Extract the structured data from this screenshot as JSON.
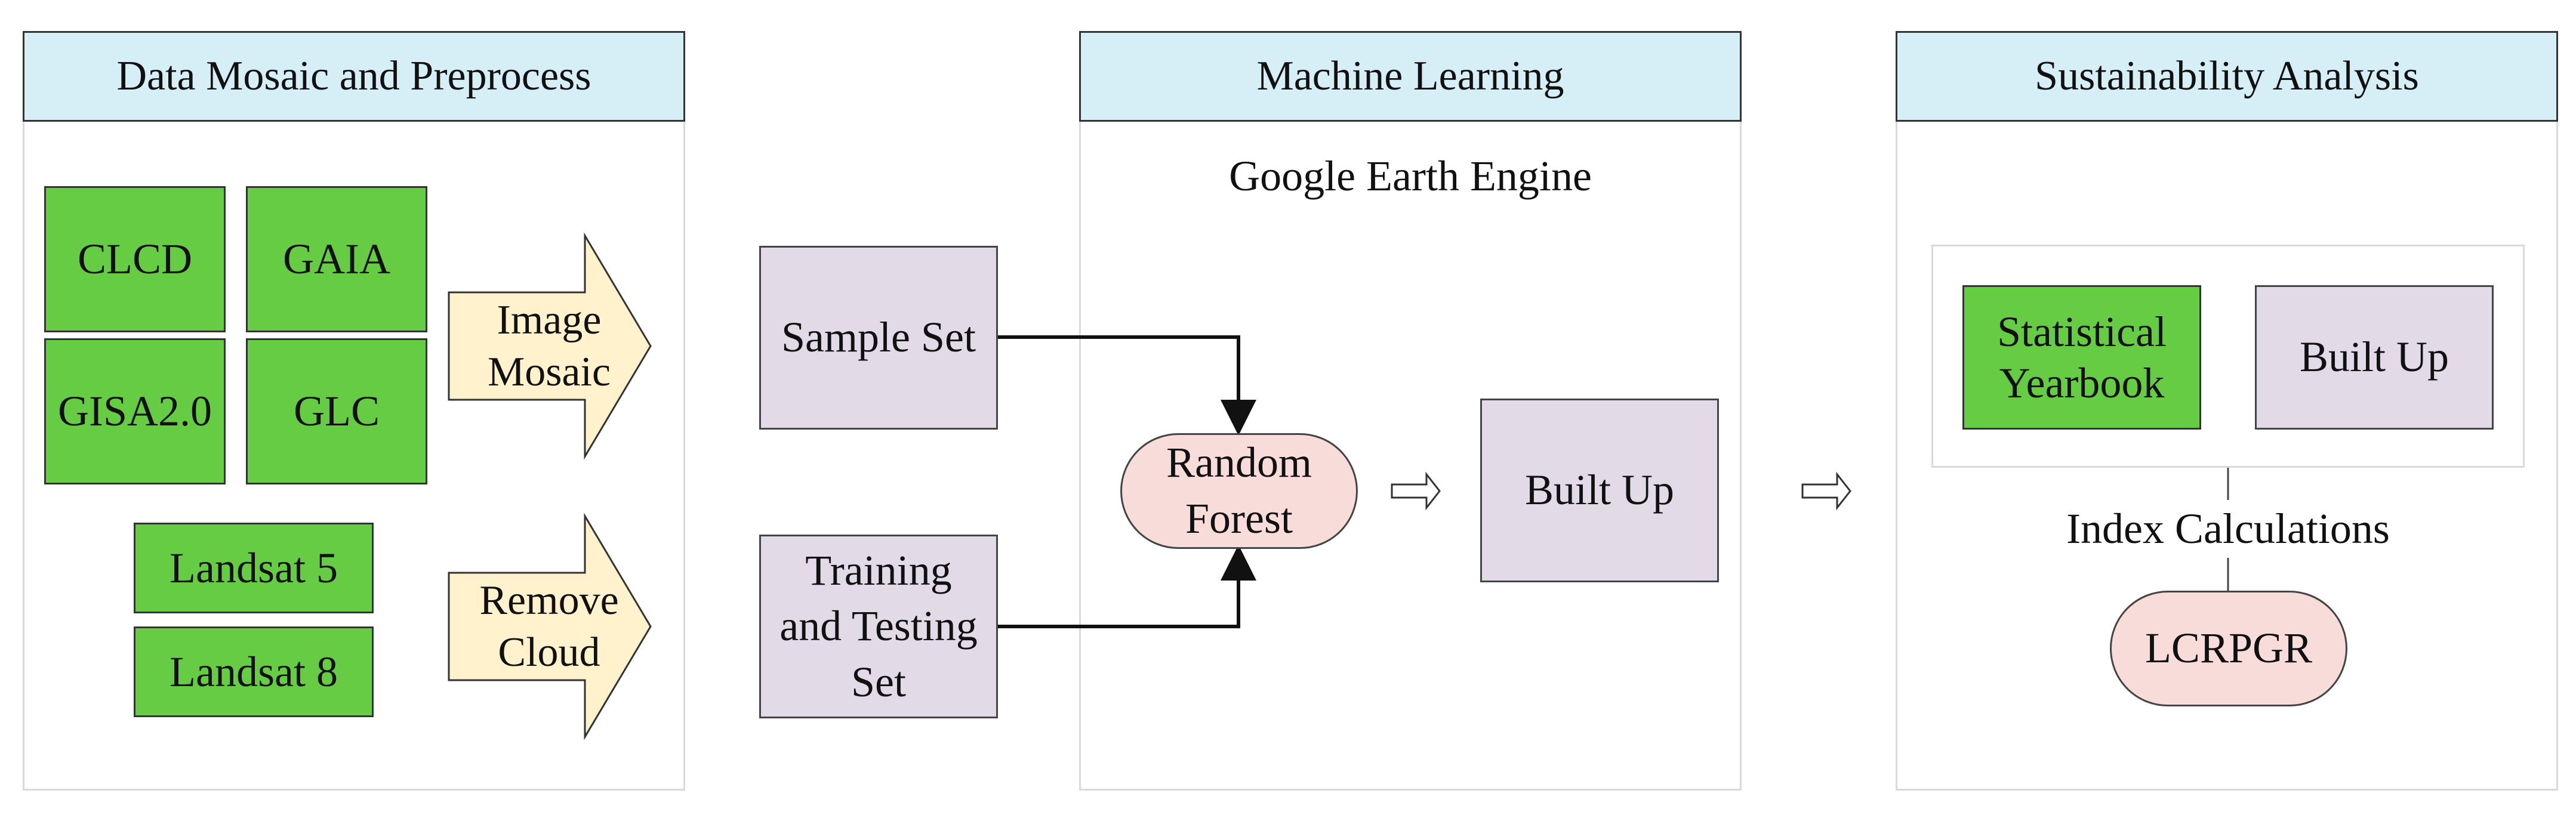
{
  "panels": {
    "preprocess": {
      "title": "Data Mosaic and Preprocess"
    },
    "ml": {
      "title": "Machine Learning",
      "platform": "Google Earth Engine"
    },
    "sustain": {
      "title": "Sustainability Analysis"
    }
  },
  "datasets": {
    "clcd": "CLCD",
    "gaia": "GAIA",
    "gisa": "GISA2.0",
    "glc": "GLC",
    "landsat5": "Landsat 5",
    "landsat8": "Landsat 8"
  },
  "steps": {
    "image_mosaic": "Image Mosaic",
    "remove_cloud": "Remove Cloud"
  },
  "samples": {
    "sample_set": "Sample Set",
    "training_set": "Training and Testing Set"
  },
  "ml_nodes": {
    "random_forest": "Random Forest",
    "built_up": "Built Up"
  },
  "analysis": {
    "statistical_yearbook": "Statistical Yearbook",
    "built_up": "Built Up",
    "index_calculations": "Index Calculations",
    "lcrpgr": "LCRPGR"
  },
  "colors": {
    "header_fill": "#d6eef5",
    "dataset_fill": "#66cc44",
    "process_arrow_fill": "#fff2cc",
    "sample_fill": "#e2dae6",
    "model_fill": "#f8dcda"
  }
}
